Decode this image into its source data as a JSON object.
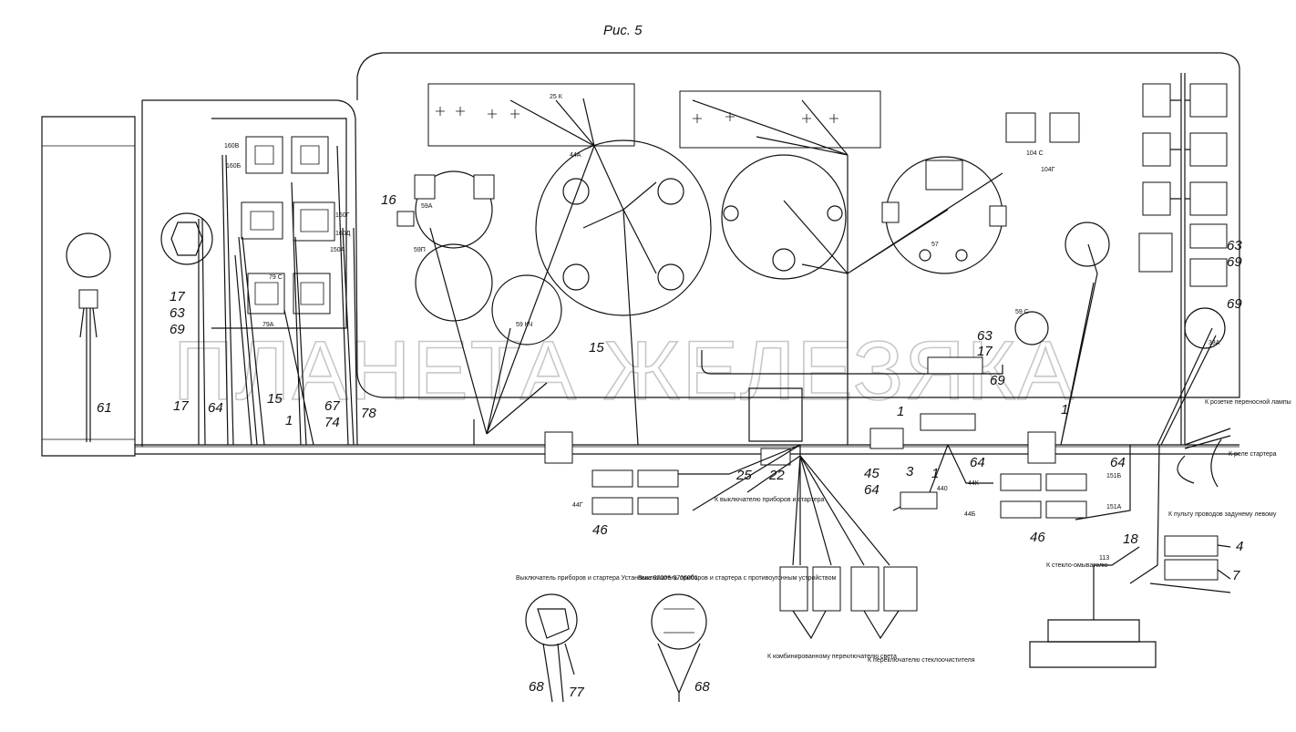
{
  "title": "Рис. 5",
  "watermark": "ПЛАНЕТА ЖЕЛЕЗЯКА",
  "callouts": {
    "c61": "61",
    "c17a": "17",
    "c63a": "63",
    "c69a": "69",
    "c17b": "17",
    "c64a": "64",
    "c15a": "15",
    "c1a": "1",
    "c67": "67",
    "c74": "74",
    "c78": "78",
    "c16": "16",
    "c15b": "15",
    "c63b": "63",
    "c17c": "17",
    "c69b": "69",
    "c1b": "1",
    "c25": "25",
    "c22": "22",
    "c45": "45",
    "c3": "3",
    "c1c": "1",
    "c64b": "64",
    "c64c": "64",
    "c46a": "46",
    "c46b": "46",
    "c64d": "64",
    "c1d": "1",
    "c63c": "63",
    "c69c": "69",
    "c69d": "69",
    "c18": "18",
    "c4": "4",
    "c7": "7",
    "c68a": "68",
    "c77": "77",
    "c68b": "68"
  },
  "notes": {
    "socket_trailer": "К розетке переносной лампы",
    "starter_relay": "К реле стартера",
    "ignition_starter": "К выключателю приборов и стартера",
    "wiper_washer": "К стекло-омывателю",
    "cable_control": "К пульту проводов задунему левому",
    "combined_switch": "К комбинированному переключателю света",
    "wiper_switch": "К переключателю стеклоочистителя",
    "ignition_switch_a": "Выключатель приборов и стартера Установка 92006-3706001",
    "ignition_switch_b": "Выключатель приборов и стартера с противоугонным устройством"
  },
  "wire_tags": {
    "t1": "160В",
    "t2": "160Б",
    "t3": "160Г",
    "t4": "160Д",
    "t5": "150А",
    "t6": "79 С",
    "t7": "79А",
    "t8": "59А",
    "t9": "59П",
    "t10": "59 КЧ",
    "t11": "25 К",
    "t12": "44А",
    "t13": "104 С",
    "t14": "104Г",
    "t15": "57",
    "t16": "44К",
    "t17": "44Б",
    "t18": "151Б",
    "t19": "151А",
    "t20": "113",
    "t21": "440",
    "t22": "44Г",
    "t23": "59 С",
    "t24": "33А"
  }
}
